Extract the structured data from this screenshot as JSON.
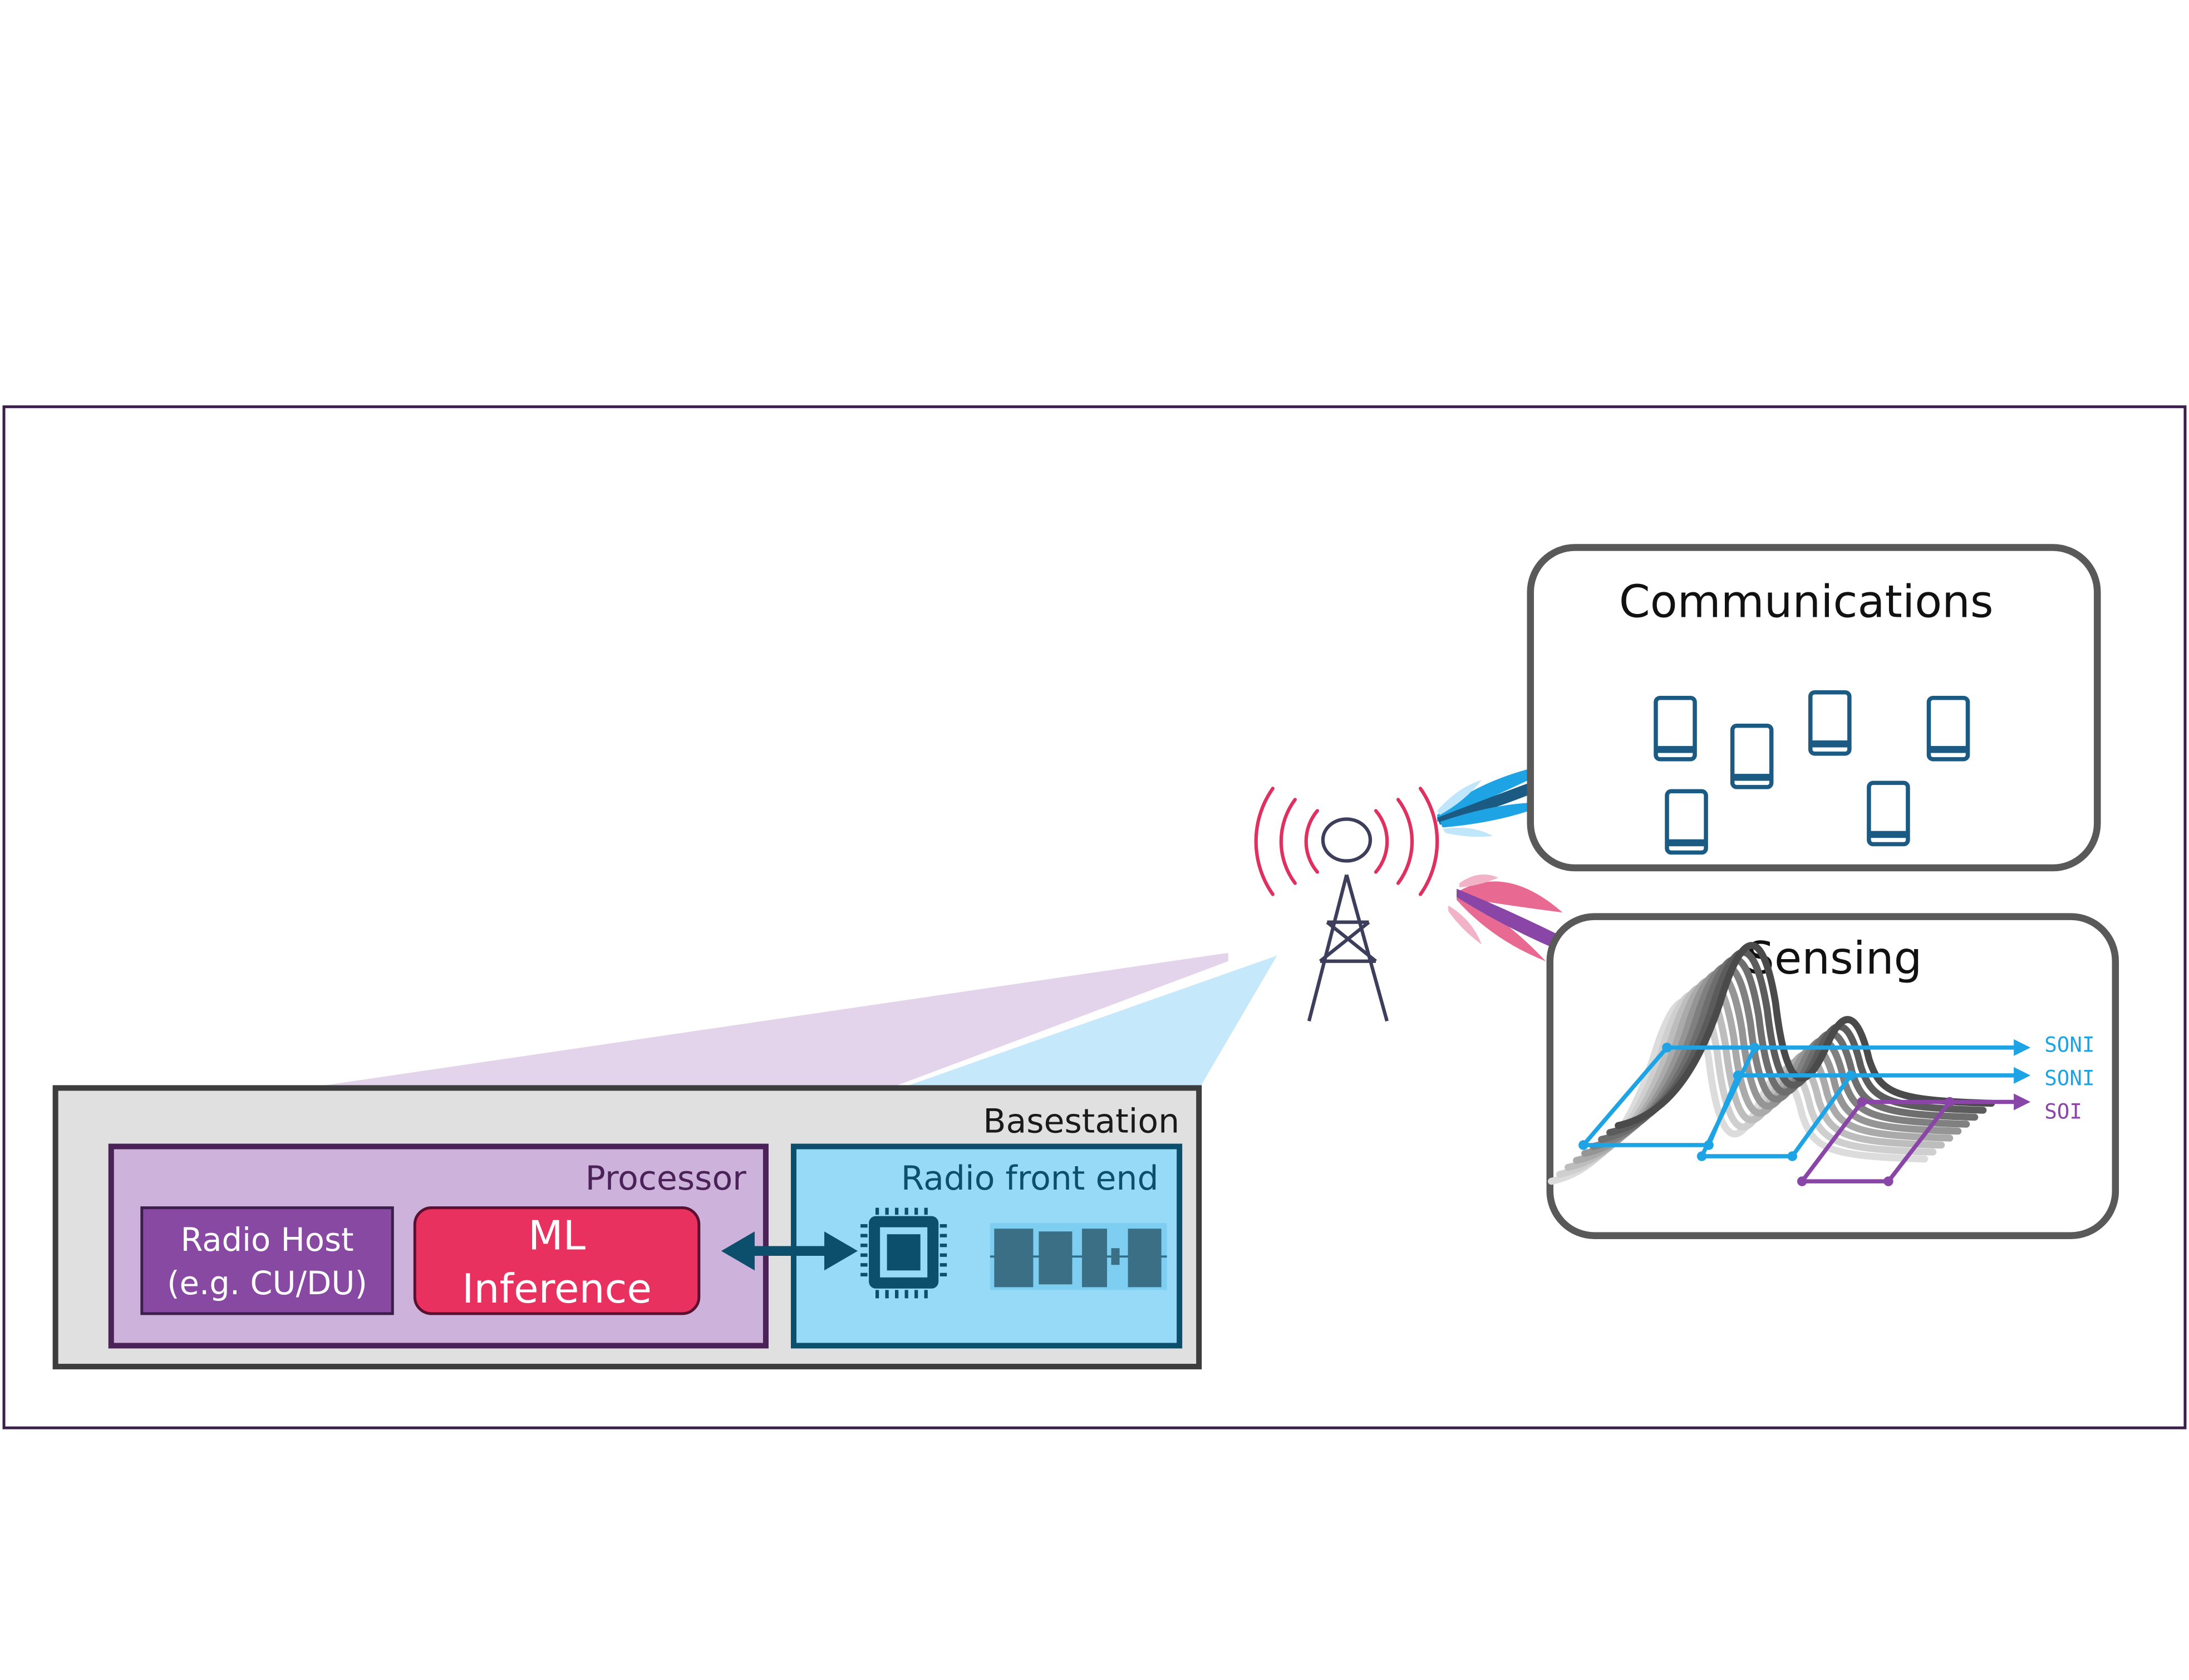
{
  "basestation": {
    "title": "Basestation",
    "processor": {
      "title": "Processor",
      "radio_host_line1": "Radio Host",
      "radio_host_line2": "(e.g. CU/DU)",
      "ml_line1": "ML",
      "ml_line2": "Inference"
    },
    "radio_front_end": {
      "title": "Radio front end"
    }
  },
  "communications": {
    "title": "Communications"
  },
  "sensing": {
    "title": "Sensing",
    "legend": [
      "SONI",
      "SONI",
      "SOI"
    ]
  },
  "colors": {
    "outer_border": "#3b1f4a",
    "basestation_fill": "#e0e0e0",
    "basestation_border": "#3d3d3d",
    "processor_fill": "#cdb3db",
    "processor_border": "#4a2258",
    "radio_host_fill": "#8749a2",
    "ml_fill": "#e8315f",
    "rfe_fill": "#97daf8",
    "rfe_border": "#0b4f6c",
    "tower_signal": "#e0305f",
    "tower": "#3d3d5c",
    "phone": "#1b5a82",
    "soni": "#1ea4e4",
    "soi": "#8a46a6",
    "panel_border": "#595959"
  },
  "icons": [
    "cell-tower-icon",
    "chip-icon",
    "waveform-icon",
    "smartphone-icon",
    "bidirectional-arrow-icon"
  ]
}
